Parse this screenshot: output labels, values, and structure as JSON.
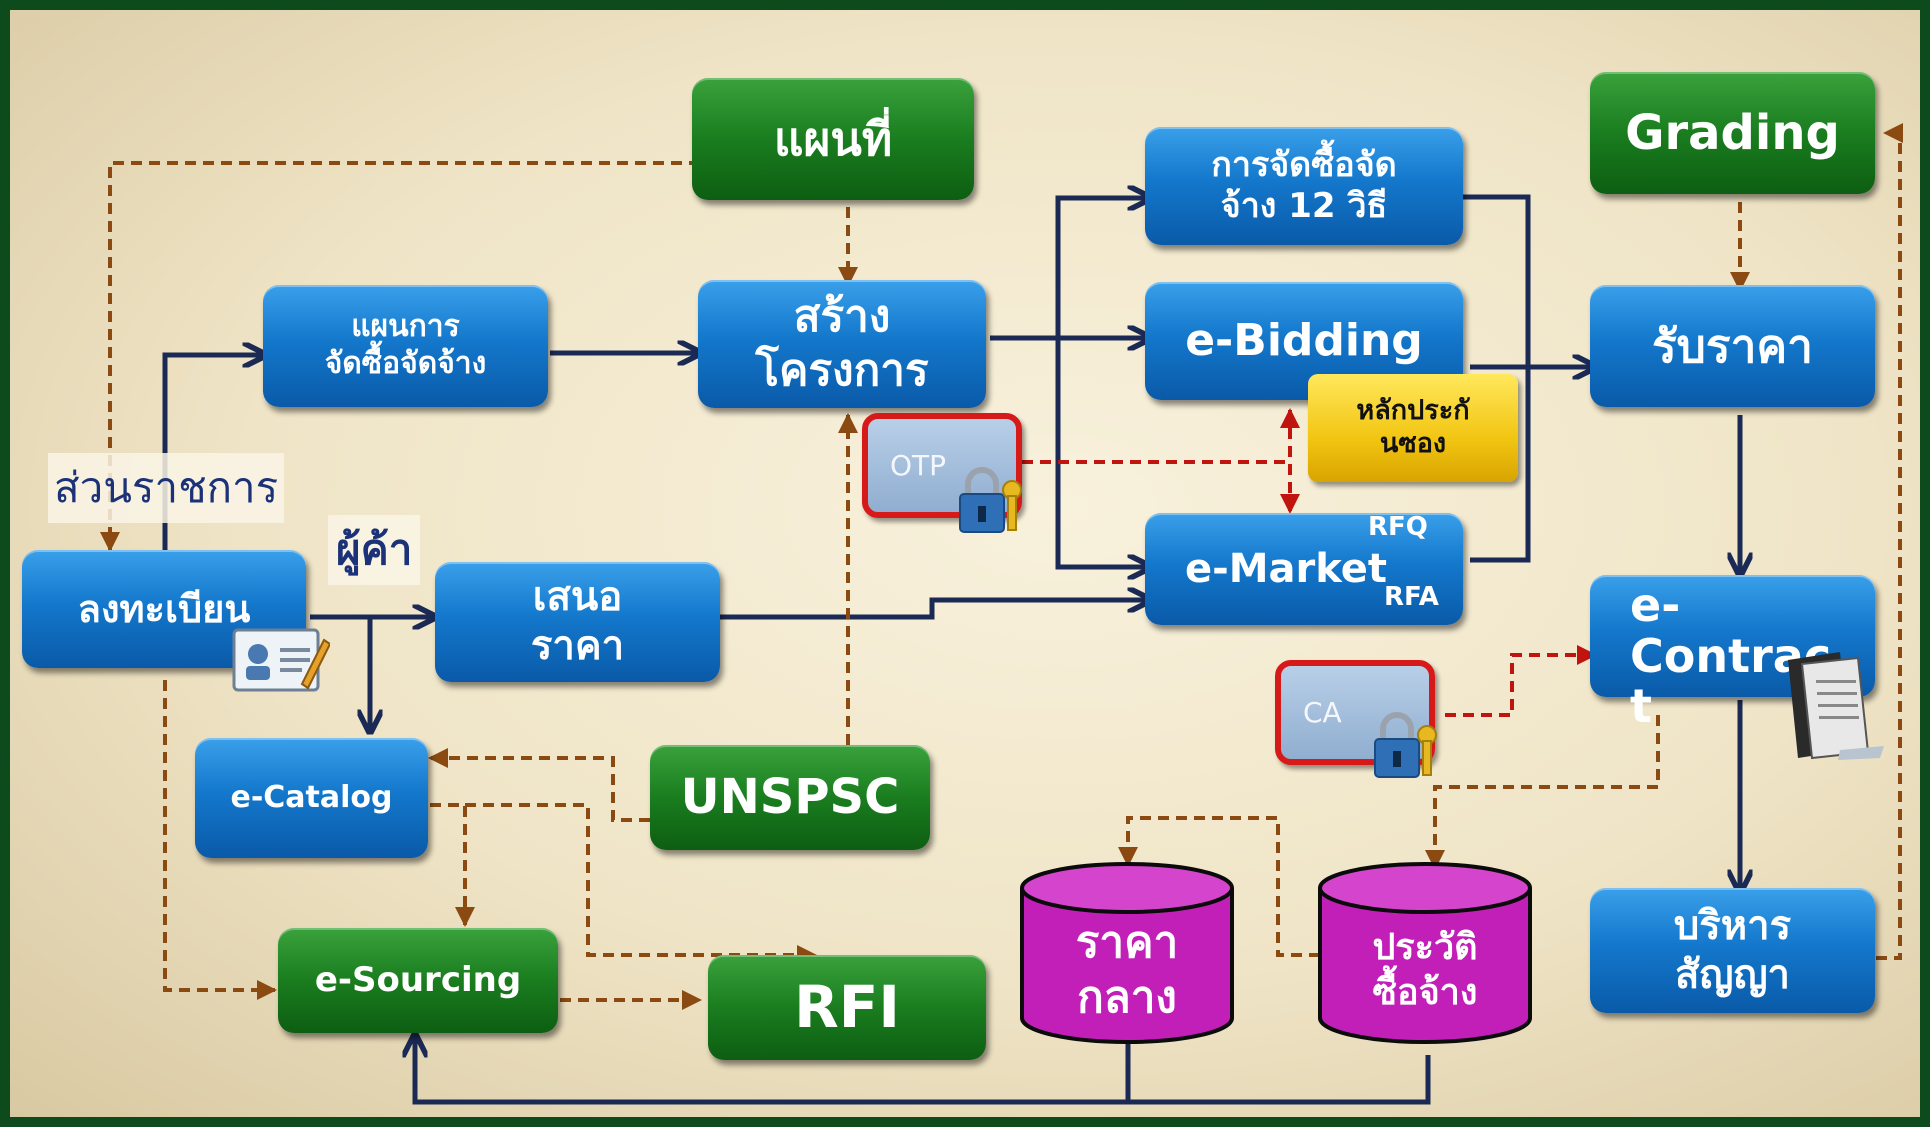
{
  "colors": {
    "navy": "#1b2a55",
    "dash_brown": "#8a4a12",
    "dash_red": "#c0140f",
    "blue_box": "#1478cc",
    "green_box": "#1a7d1f",
    "magenta": "#c21fb9",
    "gold": "#f2c512"
  },
  "nodes": {
    "map": "แผนที่",
    "grading": "Grading",
    "procurement_12": "การจัดซื้อจัด\nจ้าง 12 วิธี",
    "procurement_plan": "แผนการ\nจัดซื้อจัดจ้าง",
    "create_project": "สร้าง\nโครงการ",
    "e_bidding": "e-Bidding",
    "receive_price": "รับราคา",
    "bid_guarantee": "หลักประกั\nนซอง",
    "otp": "OTP",
    "e_market": "e-Market",
    "rfq": "RFQ",
    "rfa": "RFA",
    "register": "ลงทะเบียน",
    "offer_price": "เสนอ\nราคา",
    "e_contract": "e-\nContrac\nt",
    "ca": "CA",
    "e_catalog": "e-Catalog",
    "unspsc": "UNSPSC",
    "e_sourcing": "e-Sourcing",
    "rfi": "RFI",
    "median_price": "ราคา\nกลาง",
    "purchase_history": "ประวัติ\nซื้อจ้าง",
    "contract_mgmt": "บริหาร\nสัญญา"
  },
  "labels": {
    "government": "ส่วนราชการ",
    "vendor": "ผู้ค้า"
  },
  "icons": [
    "padlock-key-icon",
    "id-card-icon",
    "contract-document-icon"
  ]
}
